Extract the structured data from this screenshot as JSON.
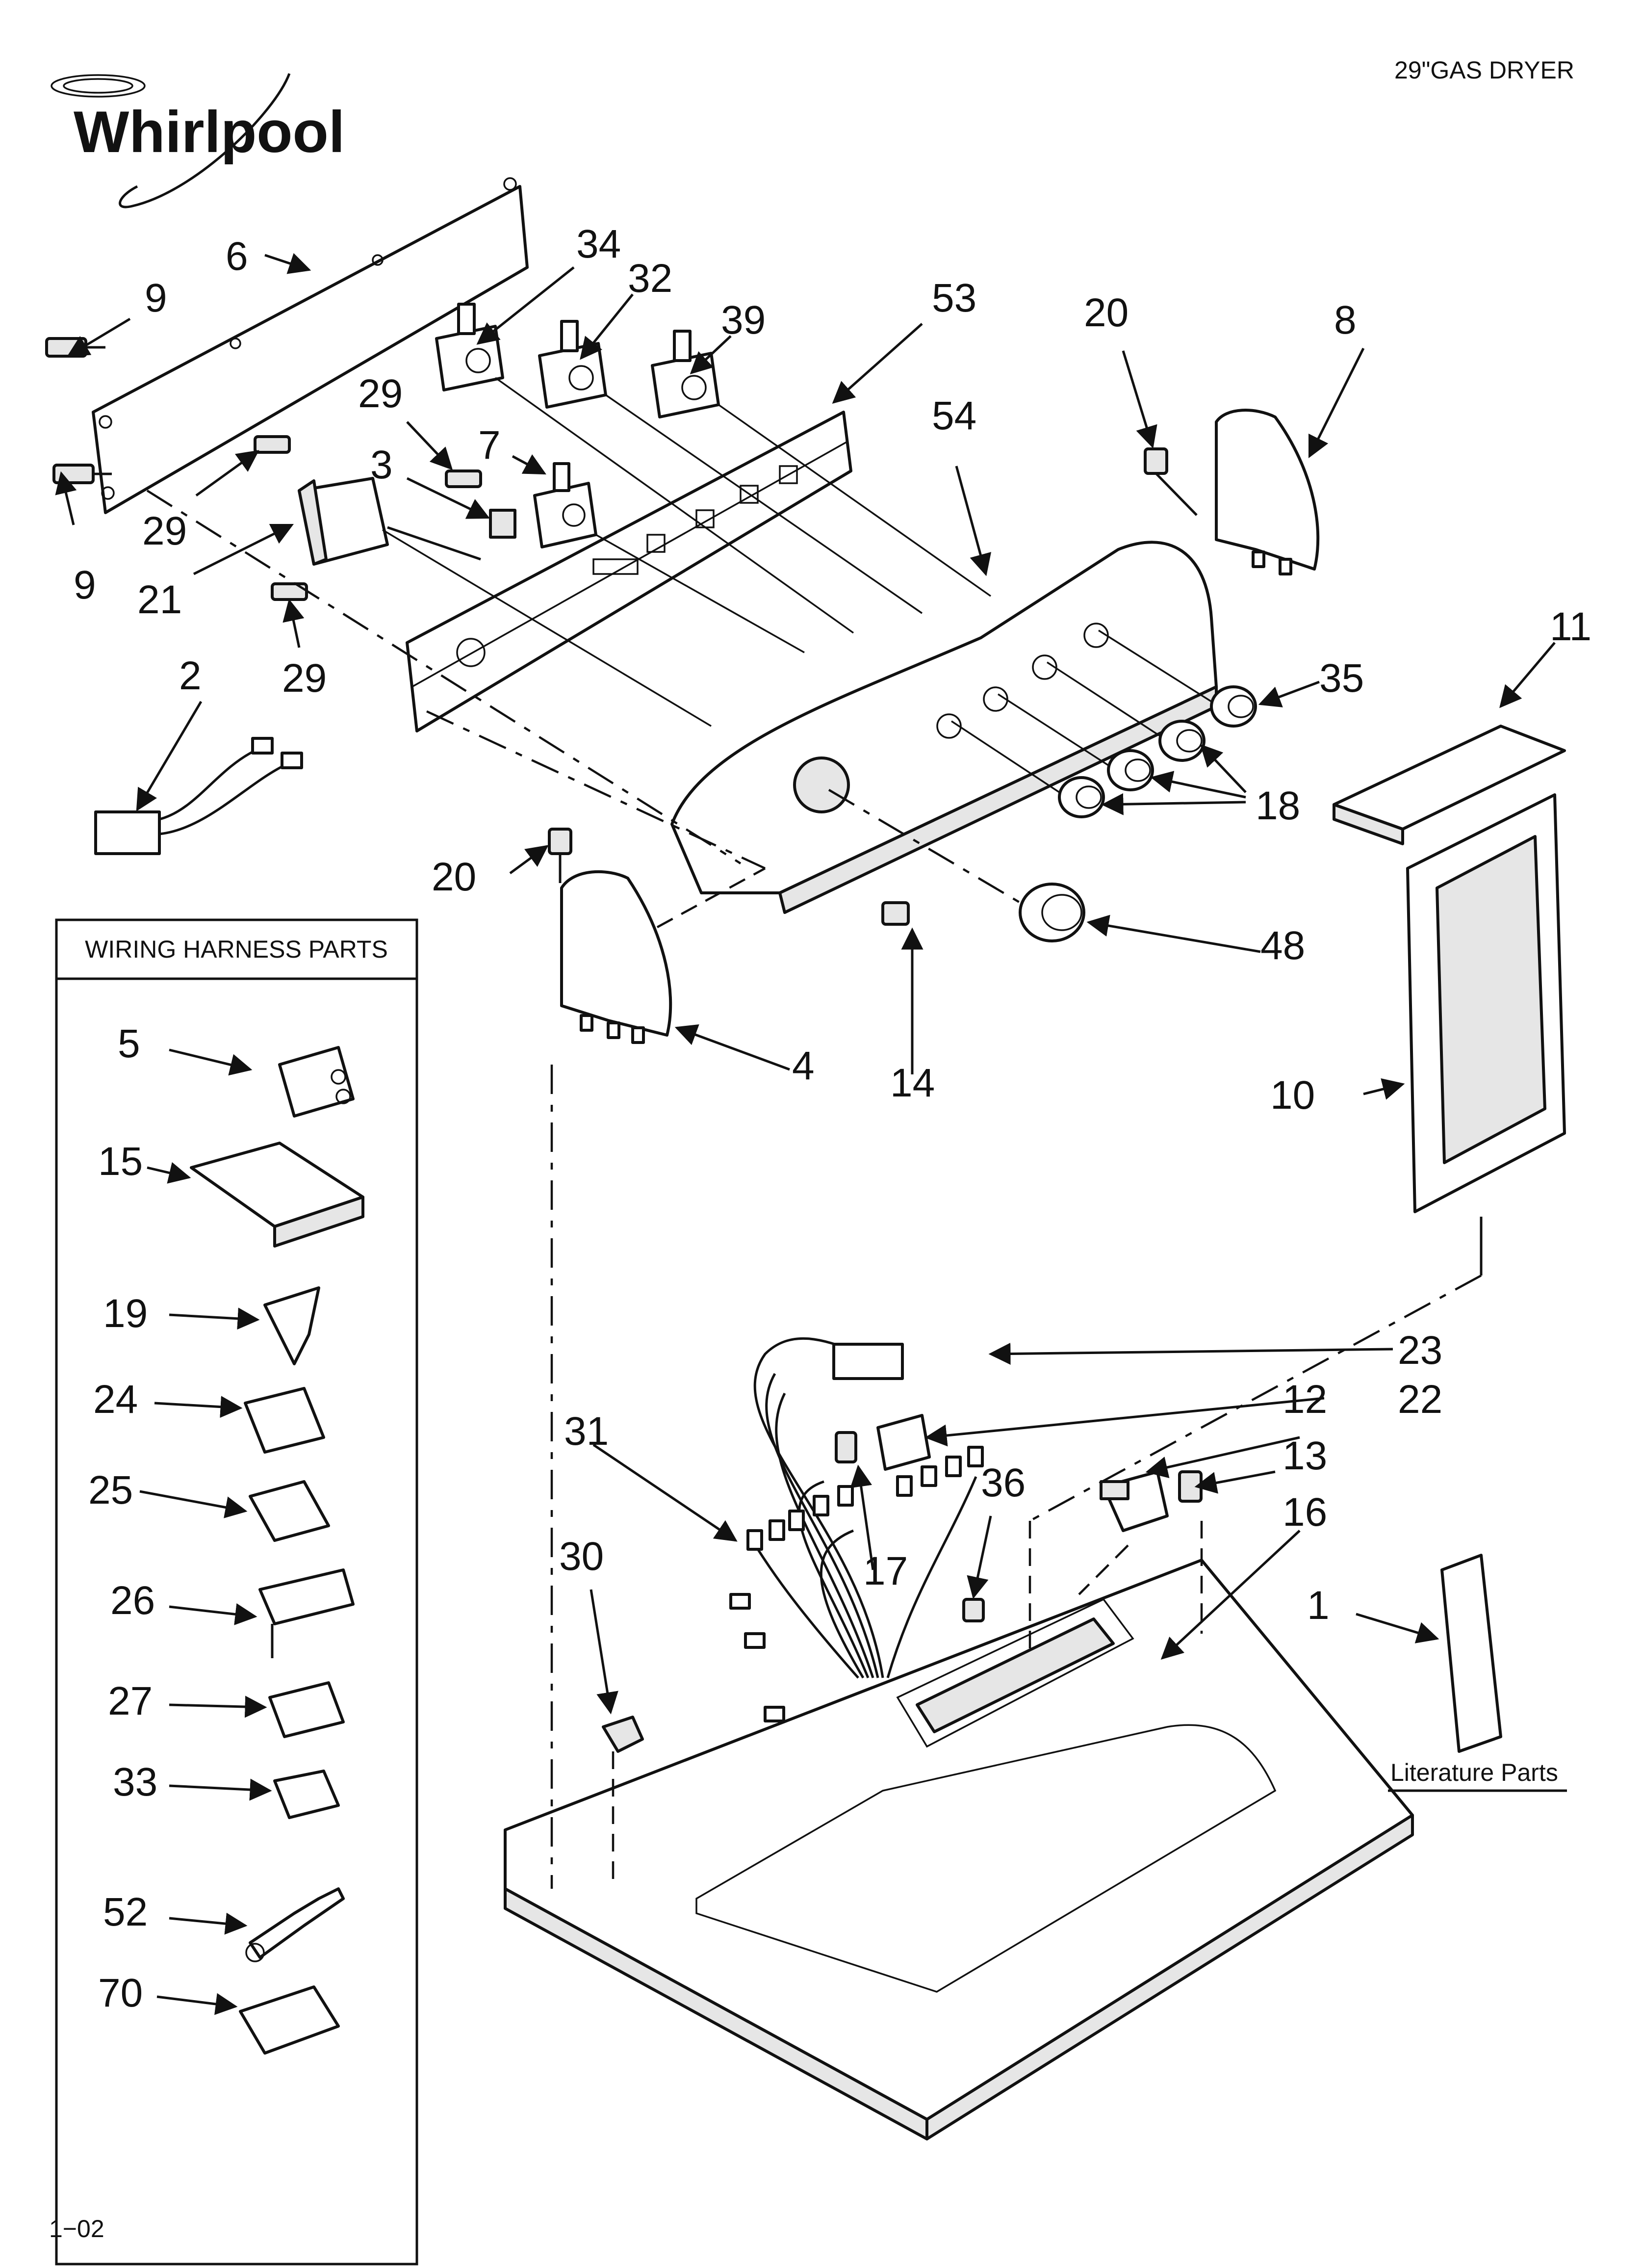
{
  "header": {
    "brand": "Whirlpool",
    "model": "29\"GAS DRYER"
  },
  "footer": {
    "page_code": "1−02"
  },
  "wiring_box": {
    "title": "WIRING HARNESS PARTS",
    "labels": [
      "5",
      "15",
      "19",
      "24",
      "25",
      "26",
      "27",
      "33",
      "52",
      "70"
    ]
  },
  "literature_label": "Literature Parts",
  "callouts": {
    "c1": "1",
    "c2": "2",
    "c3": "3",
    "c4": "4",
    "c6": "6",
    "c7": "7",
    "c8": "8",
    "c9a": "9",
    "c9b": "9",
    "c10": "10",
    "c11": "11",
    "c12": "12",
    "c13": "13",
    "c14": "14",
    "c16": "16",
    "c17": "17",
    "c18": "18",
    "c20a": "20",
    "c20b": "20",
    "c21": "21",
    "c22": "22",
    "c23": "23",
    "c29a": "29",
    "c29b": "29",
    "c29c": "29",
    "c30": "30",
    "c31": "31",
    "c32": "32",
    "c34": "34",
    "c35": "35",
    "c36": "36",
    "c39": "39",
    "c48": "48",
    "c53": "53",
    "c54": "54"
  }
}
